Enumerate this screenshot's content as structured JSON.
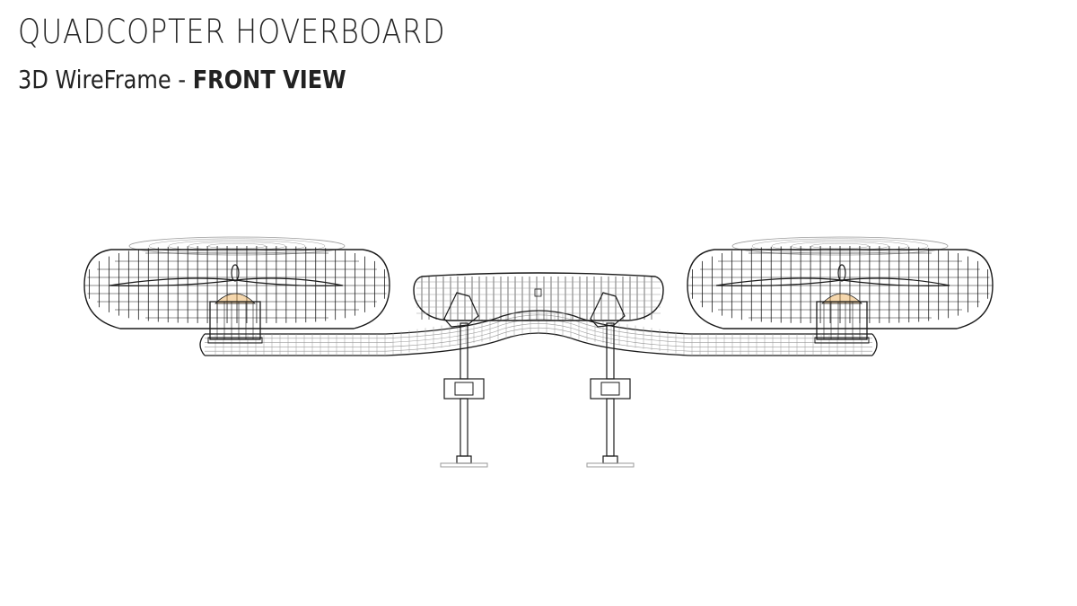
{
  "header": {
    "title": "QUADCOPTER HOVERBOARD",
    "subtitle_prefix": "3D WireFrame - ",
    "subtitle_view": "FRONT VIEW"
  },
  "colors": {
    "wire": "#1a1a1a",
    "wire_light": "#9a9a9a",
    "motor_glow": "#e8a64a",
    "background": "#ffffff"
  }
}
